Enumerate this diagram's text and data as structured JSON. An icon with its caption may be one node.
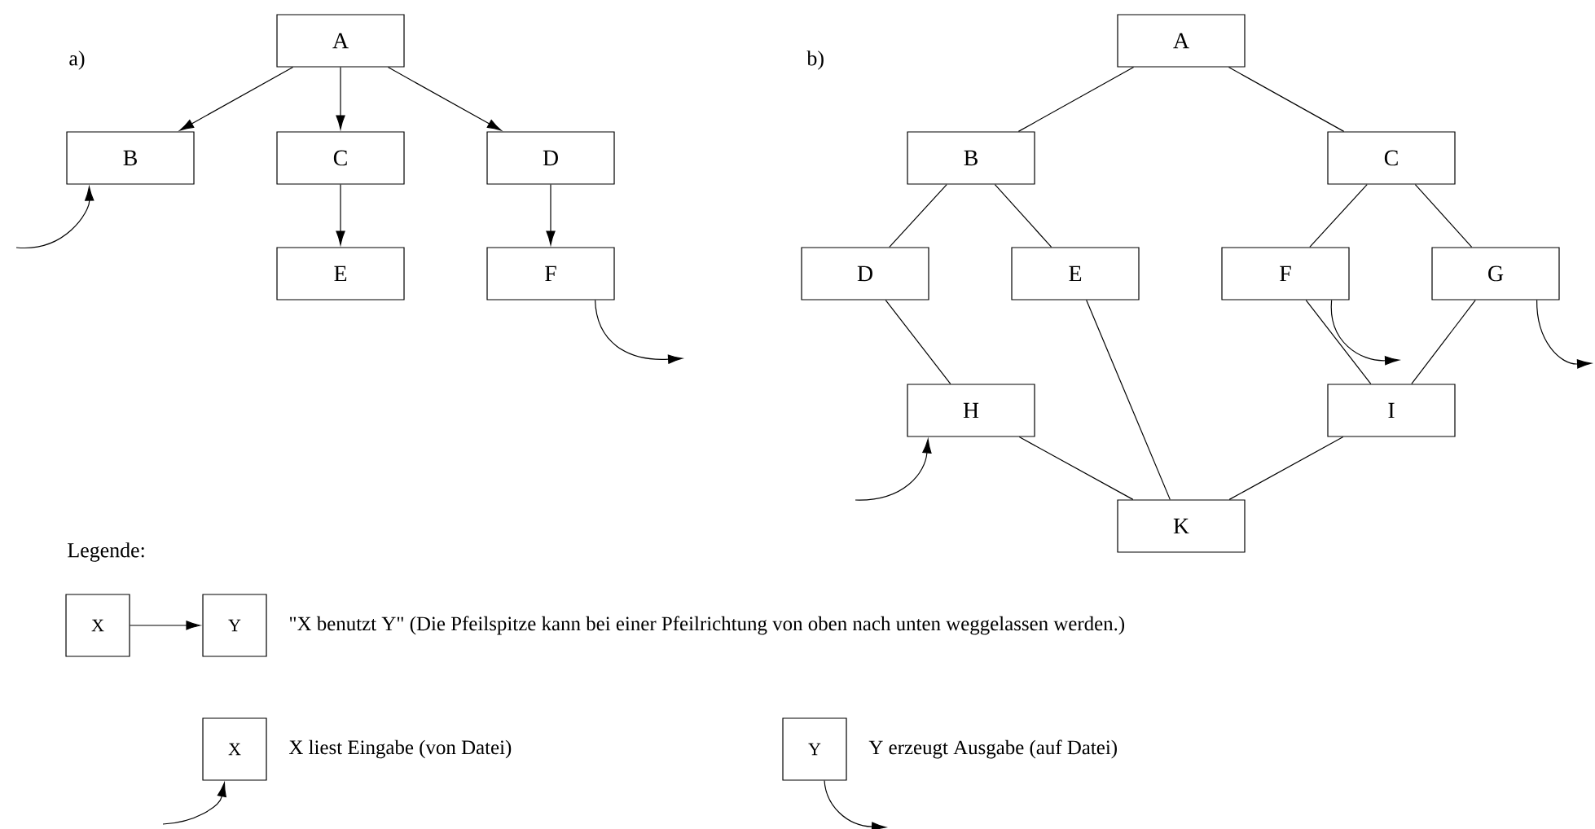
{
  "diagram": {
    "nodes": [
      {
        "text": [
          "A"
        ]
      },
      {
        "text": [
          "B"
        ]
      },
      {
        "text": [
          "C"
        ]
      },
      {
        "text": [
          "D"
        ]
      },
      {
        "text": [
          "E"
        ]
      },
      {
        "text": [
          "F"
        ]
      },
      {
        "text": [
          "A"
        ]
      },
      {
        "text": [
          "B"
        ]
      },
      {
        "text": [
          "C"
        ]
      },
      {
        "text": [
          "D"
        ]
      },
      {
        "text": [
          "E"
        ]
      },
      {
        "text": [
          "F"
        ]
      },
      {
        "text": [
          "G"
        ]
      },
      {
        "text": [
          "H"
        ]
      },
      {
        "text": [
          "I"
        ]
      },
      {
        "text": [
          "K"
        ]
      },
      {
        "text": [
          "X"
        ]
      },
      {
        "text": [
          "Y"
        ]
      },
      {
        "text": [
          "X"
        ]
      },
      {
        "text": [
          "Y"
        ]
      }
    ],
    "edges": [
      {
        "from": 0,
        "to": 1,
        "arrow": "to"
      },
      {
        "from": 0,
        "to": 2,
        "arrow": "to"
      },
      {
        "from": 0,
        "to": 3,
        "arrow": "to"
      },
      {
        "from": 2,
        "to": 4,
        "arrow": "to"
      },
      {
        "from": 3,
        "to": 5,
        "arrow": "to"
      },
      {
        "from": null,
        "to": 1,
        "arrow": "to"
      },
      {
        "from": 5,
        "to": null,
        "arrow": "to"
      },
      {
        "from": 6,
        "to": 7,
        "arrow": "none"
      },
      {
        "from": 6,
        "to": 8,
        "arrow": "none"
      },
      {
        "from": 7,
        "to": 9,
        "arrow": "none"
      },
      {
        "from": 7,
        "to": 10,
        "arrow": "none"
      },
      {
        "from": 8,
        "to": 11,
        "arrow": "none"
      },
      {
        "from": 8,
        "to": 12,
        "arrow": "none"
      },
      {
        "from": 9,
        "to": 13,
        "arrow": "none"
      },
      {
        "from": 10,
        "to": 15,
        "arrow": "none"
      },
      {
        "from": 13,
        "to": 15,
        "arrow": "none"
      },
      {
        "from": 11,
        "to": 14,
        "arrow": "none"
      },
      {
        "from": 12,
        "to": 14,
        "arrow": "none"
      },
      {
        "from": 14,
        "to": 15,
        "arrow": "none"
      },
      {
        "from": null,
        "to": 13,
        "arrow": "to"
      },
      {
        "from": 11,
        "to": null,
        "arrow": "to"
      },
      {
        "from": 12,
        "to": null,
        "arrow": "to"
      },
      {
        "from": 16,
        "to": 17,
        "arrow": "to"
      },
      {
        "from": null,
        "to": 18,
        "arrow": "to"
      },
      {
        "from": 19,
        "to": null,
        "arrow": "to"
      }
    ],
    "labels": [
      "a)",
      "b)",
      "Legende:"
    ],
    "legend": [
      {
        "text": "\"X benutzt Y\" (Die Pfeilspitze kann bei einer Pfeilrichtung von oben nach unten weggelassen werden.)"
      },
      {
        "text": "X liest Eingabe (von Datei)"
      },
      {
        "text": "Y erzeugt Ausgabe (auf Datei)"
      }
    ]
  }
}
